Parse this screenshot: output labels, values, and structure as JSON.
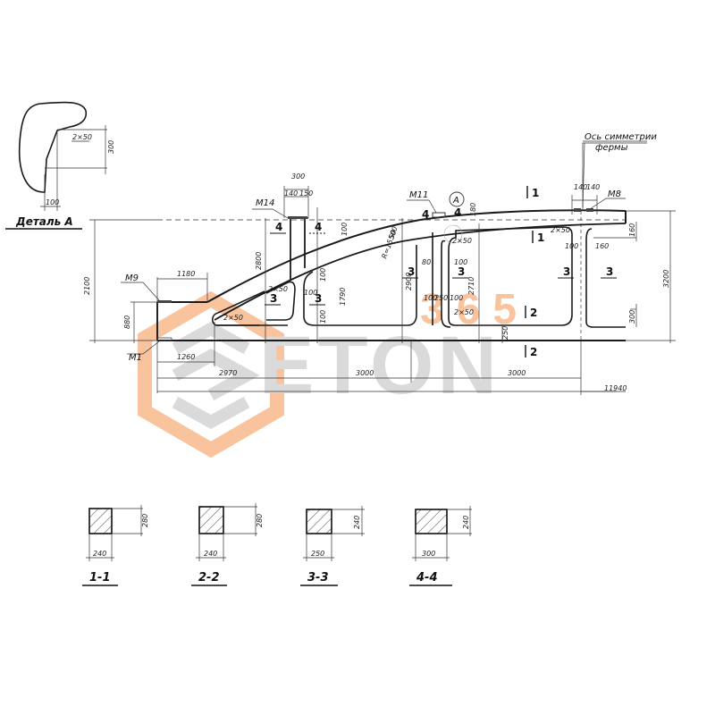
{
  "colors": {
    "ink": "#1a1a1a",
    "watermark_orange": "#f7b98c",
    "watermark_gray": "#d4d4d4"
  },
  "watermark": {
    "brand": "ETON",
    "number": "365"
  },
  "detail_a": {
    "title": "Деталь А",
    "chamfer": "2×50",
    "height": "300",
    "width": "100"
  },
  "symmetry_axis": {
    "line1": "Ось симметрии",
    "line2": "фермы"
  },
  "embedded_parts": {
    "m9": "М9",
    "m1": "М1",
    "m11": "М11",
    "m14": "М14",
    "m8": "М8"
  },
  "callout_a": "А",
  "elevation": {
    "dims": {
      "overall_height_left": "2100",
      "support_height": "880",
      "top_flat_length": "1180",
      "first_node": "1260",
      "span_left": "2970",
      "panel_1": "3000",
      "panel_2": "3000",
      "half_span": "11940",
      "height_at_post": "2800",
      "post_width": "300",
      "post_side_left": "140",
      "post_side_right": "150",
      "chord_depth_a": "100",
      "chord_depth_b": "280",
      "radius": "R=15500",
      "height_mid": "1790",
      "height_node": "2900",
      "height_right": "2710",
      "overall_height_right": "3200",
      "web_left": "80",
      "web_right": "100",
      "bottom_web_a": "100",
      "bottom_web_b": "250",
      "bottom_web_c": "100",
      "fillet_a": "100",
      "fillet_b": "100",
      "chord_bottom": "250",
      "haunch_100": "100",
      "haunch_160": "160",
      "haunch_300": "300",
      "chord_top_180": "180",
      "sym_140_l": "140",
      "sym_140_r": "140",
      "sym_100": "100",
      "sym_160": "160",
      "chamfer_1": "2×50",
      "chamfer_2": "2×50",
      "chamfer_3": "2×50",
      "chamfer_4": "2×50",
      "chamfer_5": "2×50",
      "small_50": "50"
    },
    "marks": {
      "m4a": "4",
      "m4b": "4",
      "m4c": "4",
      "m4d": "4",
      "m3a": "3",
      "m3b": "3",
      "m3c": "3",
      "m3d": "3",
      "m3e": "3",
      "m3f": "3",
      "cut1": "1",
      "cut1b": "1",
      "cut2": "2",
      "cut2b": "2"
    }
  },
  "sections": [
    {
      "label": "1-1",
      "width": "240",
      "height": "280"
    },
    {
      "label": "2-2",
      "width": "240",
      "height": "280"
    },
    {
      "label": "3-3",
      "width": "250",
      "height": "240"
    },
    {
      "label": "4-4",
      "width": "300",
      "height": "240"
    }
  ]
}
